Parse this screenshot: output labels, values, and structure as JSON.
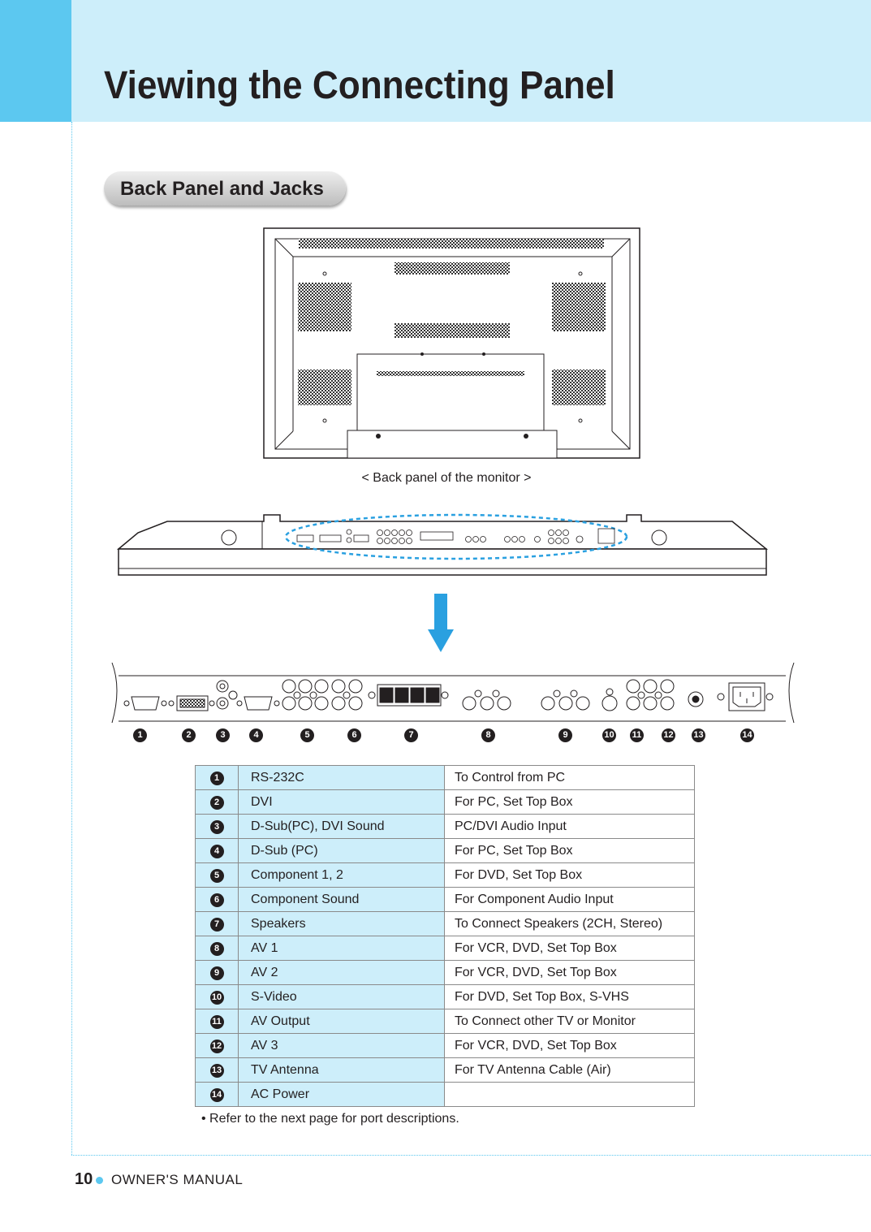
{
  "header": {
    "title": "Viewing the Connecting Panel"
  },
  "section": {
    "label": "Back Panel and Jacks"
  },
  "figure": {
    "caption": "< Back panel of the monitor >"
  },
  "callouts": [
    "1",
    "2",
    "3",
    "4",
    "5",
    "6",
    "7",
    "8",
    "9",
    "10",
    "11",
    "12",
    "13",
    "14"
  ],
  "table": {
    "rows": [
      {
        "num": "1",
        "name": "RS-232C",
        "desc": "To Control from PC"
      },
      {
        "num": "2",
        "name": "DVI",
        "desc": "For PC, Set Top Box"
      },
      {
        "num": "3",
        "name": "D-Sub(PC), DVI Sound",
        "desc": "PC/DVI Audio Input"
      },
      {
        "num": "4",
        "name": "D-Sub (PC)",
        "desc": "For PC, Set Top Box"
      },
      {
        "num": "5",
        "name": "Component 1, 2",
        "desc": "For DVD, Set Top Box"
      },
      {
        "num": "6",
        "name": "Component Sound",
        "desc": "For Component Audio Input"
      },
      {
        "num": "7",
        "name": "Speakers",
        "desc": "To Connect Speakers (2CH, Stereo)"
      },
      {
        "num": "8",
        "name": "AV 1",
        "desc": "For VCR, DVD, Set Top Box"
      },
      {
        "num": "9",
        "name": "AV 2",
        "desc": "For VCR, DVD, Set Top Box"
      },
      {
        "num": "10",
        "name": "S-Video",
        "desc": "For DVD, Set Top Box, S-VHS"
      },
      {
        "num": "11",
        "name": "AV Output",
        "desc": "To Connect other TV or Monitor"
      },
      {
        "num": "12",
        "name": "AV 3",
        "desc": "For VCR, DVD, Set Top Box"
      },
      {
        "num": "13",
        "name": "TV Antenna",
        "desc": "For TV Antenna Cable (Air)"
      },
      {
        "num": "14",
        "name": "AC Power",
        "desc": ""
      }
    ]
  },
  "note": "• Refer to the next page for port descriptions.",
  "footer": {
    "page_number": "10",
    "manual_label": "OWNER'S MANUAL"
  }
}
